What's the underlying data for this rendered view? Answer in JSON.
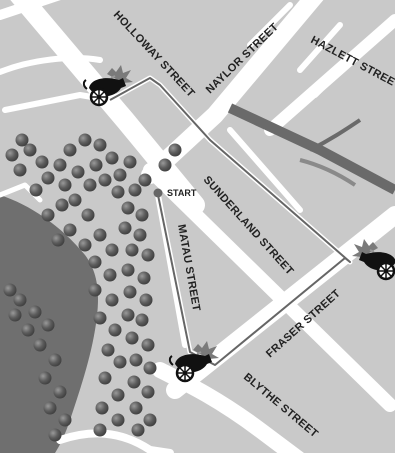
{
  "map": {
    "start_label": "START",
    "streets": {
      "holloway": "HOLLOWAY STREET",
      "naylor": "NAYLOR STREET",
      "hazlett": "HAZLETT STREET",
      "sunderland": "SUNDERLAND STREET",
      "matau": "MATAU STREET",
      "fraser": "FRASER STREET",
      "blythe": "BLYTHE STREET"
    },
    "markers": [
      {
        "name": "cannon",
        "icon": "cannon-icon"
      },
      {
        "name": "cannon",
        "icon": "cannon-icon"
      },
      {
        "name": "cannon",
        "icon": "cannon-icon"
      }
    ],
    "colors": {
      "background": "#c9c9c9",
      "road": "#ffffff",
      "water": "#6f6f6f",
      "route": "#666666",
      "tree": "#5a5a5a",
      "tree_highlight": "#8a8a8a",
      "cannon": "#111111",
      "smoke": "#777777"
    }
  }
}
